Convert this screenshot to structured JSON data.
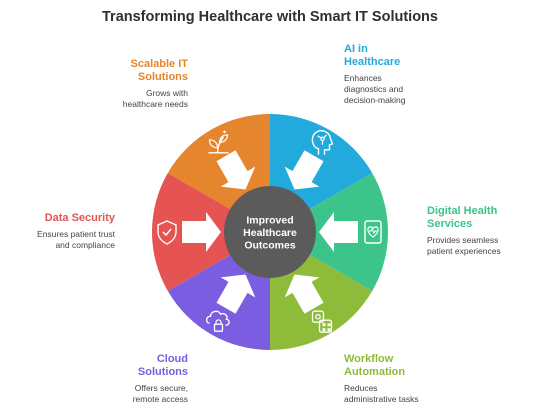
{
  "title": "Transforming Healthcare with Smart IT Solutions",
  "center": {
    "lines": [
      "Improved",
      "Healthcare",
      "Outcomes"
    ]
  },
  "segments": [
    {
      "key": "ai",
      "title_lines": [
        "AI in",
        "Healthcare"
      ],
      "desc_lines": [
        "Enhances",
        "diagnostics and",
        "decision-making"
      ],
      "color": "#22aadc",
      "icon": "head-circuit-icon"
    },
    {
      "key": "digital",
      "title_lines": [
        "Digital Health",
        "Services"
      ],
      "desc_lines": [
        "Provides seamless",
        "patient experiences"
      ],
      "color": "#3cc48a",
      "icon": "tablet-heart-icon"
    },
    {
      "key": "workflow",
      "title_lines": [
        "Workflow",
        "Automation"
      ],
      "desc_lines": [
        "Reduces",
        "administrative tasks"
      ],
      "color": "#8ebc3a",
      "icon": "gear-grid-icon"
    },
    {
      "key": "cloud",
      "title_lines": [
        "Cloud",
        "Solutions"
      ],
      "desc_lines": [
        "Offers secure,",
        "remote access"
      ],
      "color": "#7a5de0",
      "icon": "cloud-lock-icon"
    },
    {
      "key": "security",
      "title_lines": [
        "Data Security"
      ],
      "desc_lines": [
        "Ensures patient trust",
        "and compliance"
      ],
      "color": "#e55353",
      "icon": "shield-check-icon"
    },
    {
      "key": "scalable",
      "title_lines": [
        "Scalable IT",
        "Solutions"
      ],
      "desc_lines": [
        "Grows with",
        "healthcare needs"
      ],
      "color": "#e5852e",
      "icon": "growing-plant-icon"
    }
  ]
}
